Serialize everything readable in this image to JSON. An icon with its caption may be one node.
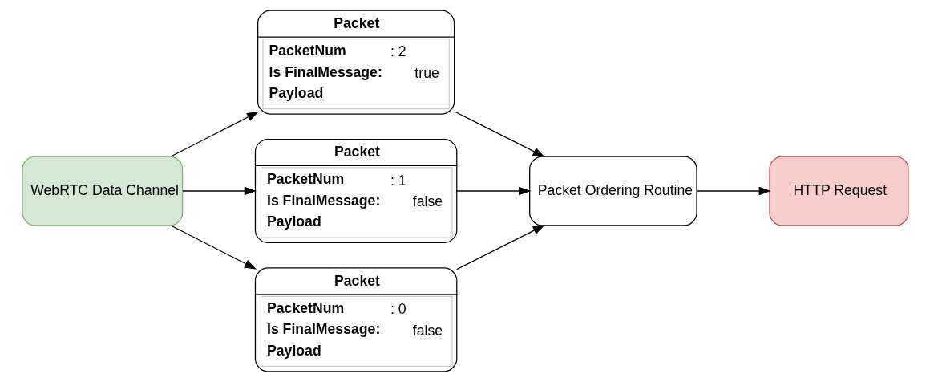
{
  "diagram": {
    "nodes": [
      {
        "text": [
          "WebRTC Data Channel"
        ]
      },
      {
        "text": [
          "Packet",
          "**PacketNum**: 2",
          "**Is FinalMessage:** true",
          "**Payload**"
        ]
      },
      {
        "text": [
          "Packet",
          "**PacketNum**: 1",
          "**Is FinalMessage:** false",
          "**Payload**"
        ]
      },
      {
        "text": [
          "Packet",
          "**PacketNum**: 0",
          "**Is FinalMessage:** false",
          "**Payload**"
        ]
      },
      {
        "text": [
          "Packet Ordering Routine"
        ]
      },
      {
        "text": [
          "HTTP Request"
        ]
      }
    ],
    "edges": [
      {
        "from": 0,
        "to": 1,
        "arrow": "to"
      },
      {
        "from": 0,
        "to": 2,
        "arrow": "to"
      },
      {
        "from": 0,
        "to": 3,
        "arrow": "to"
      },
      {
        "from": 1,
        "to": 4,
        "arrow": "to"
      },
      {
        "from": 2,
        "to": 4,
        "arrow": "to"
      },
      {
        "from": 3,
        "to": 4,
        "arrow": "to"
      },
      {
        "from": 4,
        "to": 5,
        "arrow": "to"
      }
    ]
  }
}
